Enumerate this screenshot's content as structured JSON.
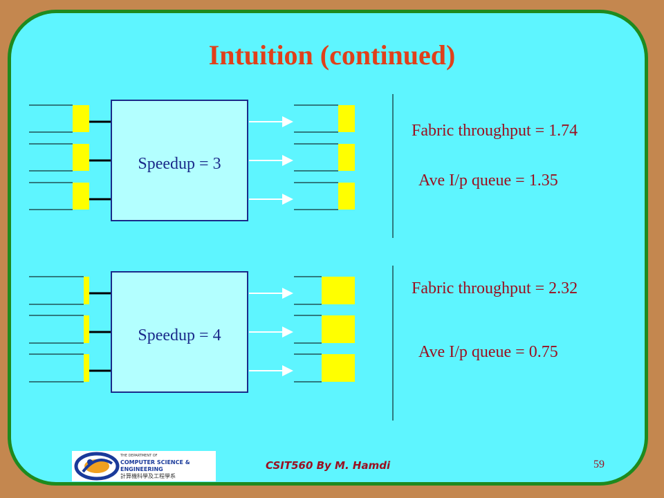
{
  "slide": {
    "title": "Intuition (continued)",
    "footer": {
      "author": "CSIT560 By M. Hamdi",
      "page_number": "59",
      "logo": {
        "line1": "THE DEPARTMENT OF",
        "line2": "COMPUTER SCIENCE &",
        "line3": "ENGINEERING",
        "line4": "計算機科學及工程學系"
      }
    },
    "panels": [
      {
        "speedup_label": "Speedup = 3",
        "fabric_throughput": "Fabric throughput = 1.74",
        "ave_queue": "Ave I/p queue = 1.35",
        "input_queue_fill": 1.35,
        "output_queue_fill": 1.74
      },
      {
        "speedup_label": "Speedup = 4",
        "fabric_throughput": "Fabric throughput = 2.32",
        "ave_queue": "Ave I/p queue = 0.75",
        "input_queue_fill": 0.75,
        "output_queue_fill": 2.32
      }
    ],
    "colors": {
      "background": "#5ef5ff",
      "border": "#1e8a1e",
      "title": "#e0401a",
      "text": "#9a1020",
      "queue": "#ffff00",
      "switch_fill": "#b3ffff"
    }
  }
}
